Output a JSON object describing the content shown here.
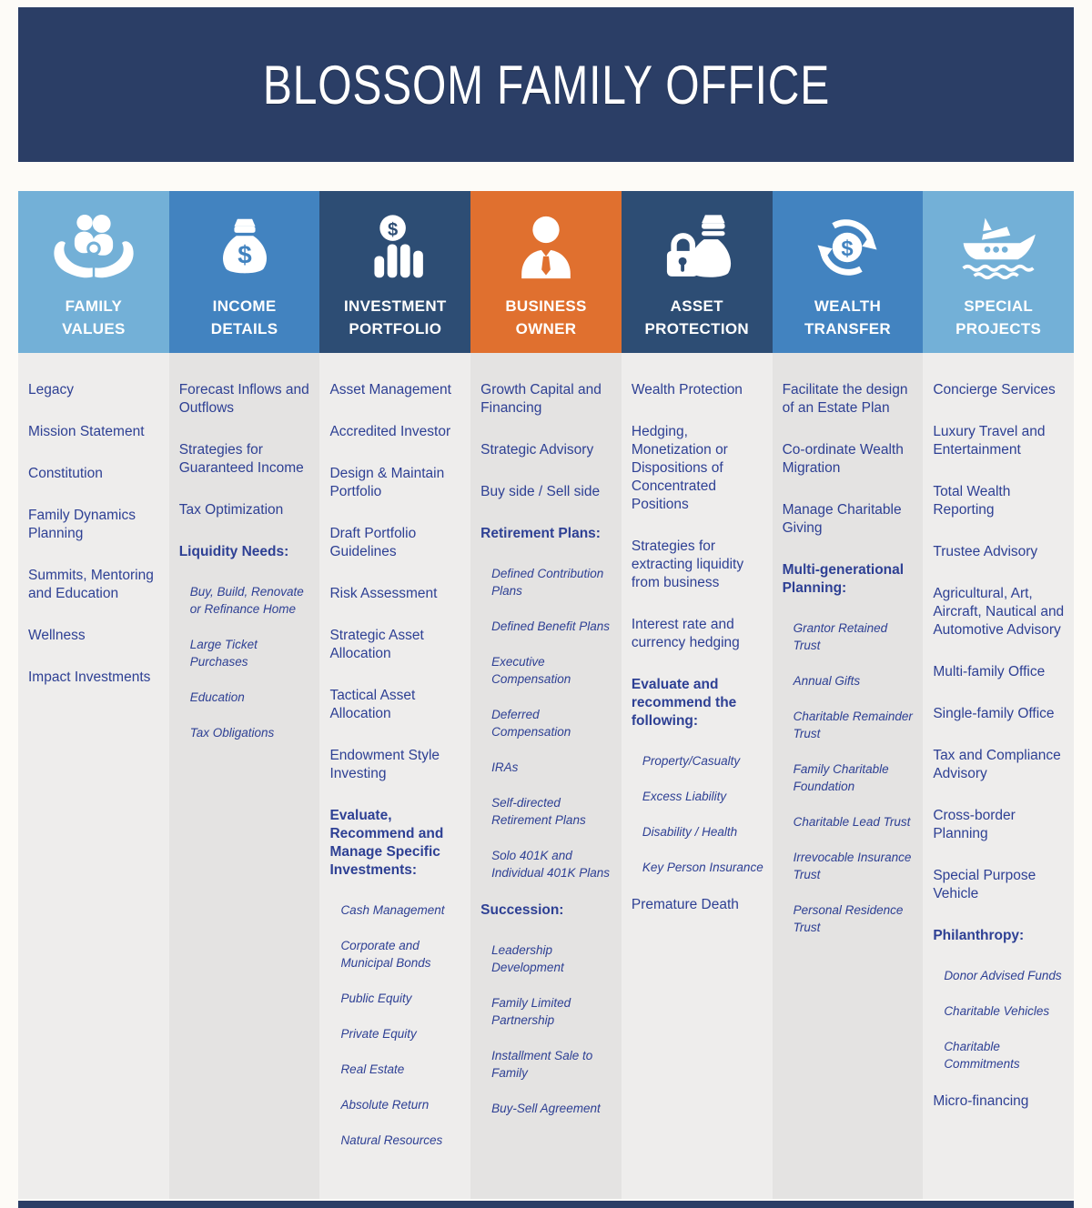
{
  "title": "BLOSSOM FAMILY OFFICE",
  "colors": {
    "masthead_bg": "#2b3e66",
    "header_light_blue": "#73b0d7",
    "header_medium_blue": "#4283c0",
    "header_dark_blue": "#2d4d74",
    "header_orange": "#e0702f",
    "body_light_gray": "#eeedec",
    "body_dark_gray": "#e4e3e2",
    "item_text_blue": "#2e4094",
    "footer_bar": "#2b3e66"
  },
  "columns": [
    {
      "label": "FAMILY\nVALUES",
      "icon": "family-hands-icon",
      "header_color": "#73b0d7",
      "items": [
        {
          "text": "Legacy",
          "kind": "item"
        },
        {
          "text": "Mission Statement",
          "kind": "item"
        },
        {
          "text": "Constitution",
          "kind": "item"
        },
        {
          "text": "Family Dynamics Planning",
          "kind": "item"
        },
        {
          "text": "Summits, Mentoring and Education",
          "kind": "item"
        },
        {
          "text": "Wellness",
          "kind": "item"
        },
        {
          "text": "Impact Investments",
          "kind": "item"
        }
      ]
    },
    {
      "label": "INCOME\nDETAILS",
      "icon": "money-bag-icon",
      "header_color": "#4283c0",
      "items": [
        {
          "text": "Forecast Inflows and Outflows",
          "kind": "item"
        },
        {
          "text": "Strategies for Guaranteed Income",
          "kind": "item"
        },
        {
          "text": "Tax Optimization",
          "kind": "item"
        },
        {
          "text": "Liquidity Needs:",
          "kind": "group"
        },
        {
          "text": "Buy, Build, Renovate or Refinance Home",
          "kind": "sub"
        },
        {
          "text": "Large Ticket Purchases",
          "kind": "sub"
        },
        {
          "text": "Education",
          "kind": "sub"
        },
        {
          "text": "Tax Obligations",
          "kind": "sub"
        }
      ]
    },
    {
      "label": "INVESTMENT\nPORTFOLIO",
      "icon": "bar-chart-dollar-icon",
      "header_color": "#2d4d74",
      "items": [
        {
          "text": "Asset Management",
          "kind": "item"
        },
        {
          "text": "Accredited Investor",
          "kind": "item"
        },
        {
          "text": "Design & Maintain Portfolio",
          "kind": "item"
        },
        {
          "text": "Draft Portfolio Guidelines",
          "kind": "item"
        },
        {
          "text": "Risk Assessment",
          "kind": "item"
        },
        {
          "text": "Strategic Asset Allocation",
          "kind": "item"
        },
        {
          "text": "Tactical Asset Allocation",
          "kind": "item"
        },
        {
          "text": "Endowment Style Investing",
          "kind": "item"
        },
        {
          "text": "Evaluate, Recommend and Manage Specific Investments:",
          "kind": "group",
          "spaced": true
        },
        {
          "text": "Cash Management",
          "kind": "sub"
        },
        {
          "text": "Corporate and Municipal Bonds",
          "kind": "sub"
        },
        {
          "text": "Public Equity",
          "kind": "sub"
        },
        {
          "text": "Private Equity",
          "kind": "sub"
        },
        {
          "text": "Real Estate",
          "kind": "sub"
        },
        {
          "text": "Absolute Return",
          "kind": "sub"
        },
        {
          "text": "Natural Resources",
          "kind": "sub"
        }
      ]
    },
    {
      "label": "BUSINESS\nOWNER",
      "icon": "businessman-icon",
      "header_color": "#e0702f",
      "items": [
        {
          "text": "Growth Capital and Financing",
          "kind": "item"
        },
        {
          "text": "Strategic Advisory",
          "kind": "item"
        },
        {
          "text": "Buy side /  Sell side",
          "kind": "item"
        },
        {
          "text": "Retirement Plans:",
          "kind": "group"
        },
        {
          "text": "Defined Contribution Plans",
          "kind": "sub"
        },
        {
          "text": "Defined Benefit Plans",
          "kind": "sub"
        },
        {
          "text": "Executive Compensation",
          "kind": "sub"
        },
        {
          "text": "Deferred Compensation",
          "kind": "sub"
        },
        {
          "text": "IRAs",
          "kind": "sub"
        },
        {
          "text": "Self-directed Retirement Plans",
          "kind": "sub"
        },
        {
          "text": "Solo 401K and Individual 401K Plans",
          "kind": "sub"
        },
        {
          "text": "Succession:",
          "kind": "group",
          "spaced": true
        },
        {
          "text": "Leadership Development",
          "kind": "sub"
        },
        {
          "text": "Family Limited Partnership",
          "kind": "sub"
        },
        {
          "text": "Installment Sale to Family",
          "kind": "sub"
        },
        {
          "text": "Buy-Sell Agreement",
          "kind": "sub"
        }
      ]
    },
    {
      "label": "ASSET\nPROTECTION",
      "icon": "money-bag-lock-icon",
      "header_color": "#2d4d74",
      "items": [
        {
          "text": "Wealth Protection",
          "kind": "item"
        },
        {
          "text": "Hedging, Monetization or Dispositions of Concentrated Positions",
          "kind": "item"
        },
        {
          "text": "Strategies for extracting liquidity from business",
          "kind": "item"
        },
        {
          "text": "Interest rate and currency hedging",
          "kind": "item"
        },
        {
          "text": "Evaluate and recommend the following:",
          "kind": "group"
        },
        {
          "text": "Property/Casualty",
          "kind": "sub"
        },
        {
          "text": "Excess Liability",
          "kind": "sub"
        },
        {
          "text": "Disability / Health",
          "kind": "sub"
        },
        {
          "text": "Key Person Insurance",
          "kind": "sub"
        },
        {
          "text": "Premature Death",
          "kind": "item",
          "spaced": true
        }
      ]
    },
    {
      "label": "WEALTH\nTRANSFER",
      "icon": "dollar-cycle-icon",
      "header_color": "#4283c0",
      "items": [
        {
          "text": "Facilitate the design of an Estate Plan",
          "kind": "item"
        },
        {
          "text": "Co-ordinate Wealth Migration",
          "kind": "item"
        },
        {
          "text": "Manage Charitable Giving",
          "kind": "item"
        },
        {
          "text": "Multi-generational Planning:",
          "kind": "group",
          "spaced": true
        },
        {
          "text": "Grantor Retained Trust",
          "kind": "sub"
        },
        {
          "text": "Annual Gifts",
          "kind": "sub"
        },
        {
          "text": "Charitable Remainder Trust",
          "kind": "sub"
        },
        {
          "text": "Family Charitable Foundation",
          "kind": "sub"
        },
        {
          "text": "Charitable Lead Trust",
          "kind": "sub"
        },
        {
          "text": "Irrevocable Insurance Trust",
          "kind": "sub"
        },
        {
          "text": "Personal Residence Trust",
          "kind": "sub"
        }
      ]
    },
    {
      "label": "SPECIAL\nPROJECTS",
      "icon": "yacht-icon",
      "header_color": "#73b0d7",
      "items": [
        {
          "text": "Concierge Services",
          "kind": "item"
        },
        {
          "text": "Luxury Travel and Entertainment",
          "kind": "item"
        },
        {
          "text": "Total Wealth Reporting",
          "kind": "item"
        },
        {
          "text": "Trustee Advisory",
          "kind": "item"
        },
        {
          "text": "Agricultural, Art, Aircraft, Nautical and Automotive Advisory",
          "kind": "item"
        },
        {
          "text": "Multi-family Office",
          "kind": "item"
        },
        {
          "text": "Single-family Office",
          "kind": "item"
        },
        {
          "text": "Tax and Compliance Advisory",
          "kind": "item"
        },
        {
          "text": "Cross-border Planning",
          "kind": "item"
        },
        {
          "text": "Special Purpose Vehicle",
          "kind": "item"
        },
        {
          "text": "Philanthropy:",
          "kind": "group",
          "spaced": true
        },
        {
          "text": "Donor Advised Funds",
          "kind": "sub"
        },
        {
          "text": "Charitable Vehicles",
          "kind": "sub"
        },
        {
          "text": "Charitable Commitments",
          "kind": "sub"
        },
        {
          "text": "Micro-financing",
          "kind": "item",
          "spaced": true
        }
      ]
    }
  ]
}
